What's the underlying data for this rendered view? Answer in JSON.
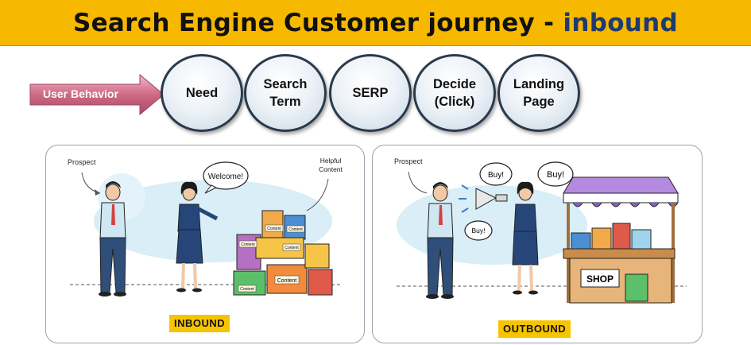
{
  "header": {
    "title_main": "Search Engine Customer journey - ",
    "title_accent": "inbound",
    "background_color": "#f7b800",
    "accent_color": "#1f3a6e"
  },
  "user_behavior": {
    "label": "User Behavior",
    "color": "#cf6a86"
  },
  "journey_steps": [
    {
      "label": "Need"
    },
    {
      "label": "Search\nTerm"
    },
    {
      "label": "SERP"
    },
    {
      "label": "Decide\n(Click)"
    },
    {
      "label": "Landing\nPage"
    }
  ],
  "inbound_panel": {
    "prospect_label": "Prospect",
    "speech": "Welcome!",
    "helpful_label_line1": "Helpful",
    "helpful_label_line2": "Content",
    "box_labels": [
      "Content",
      "Content",
      "Content",
      "Content",
      "Content",
      "Content"
    ],
    "tag": "INBOUND"
  },
  "outbound_panel": {
    "prospect_label": "Prospect",
    "speech_1": "Buy!",
    "speech_2": "Buy!",
    "speech_3": "Buy!",
    "shop_sign": "SHOP",
    "tag": "OUTBOUND"
  }
}
